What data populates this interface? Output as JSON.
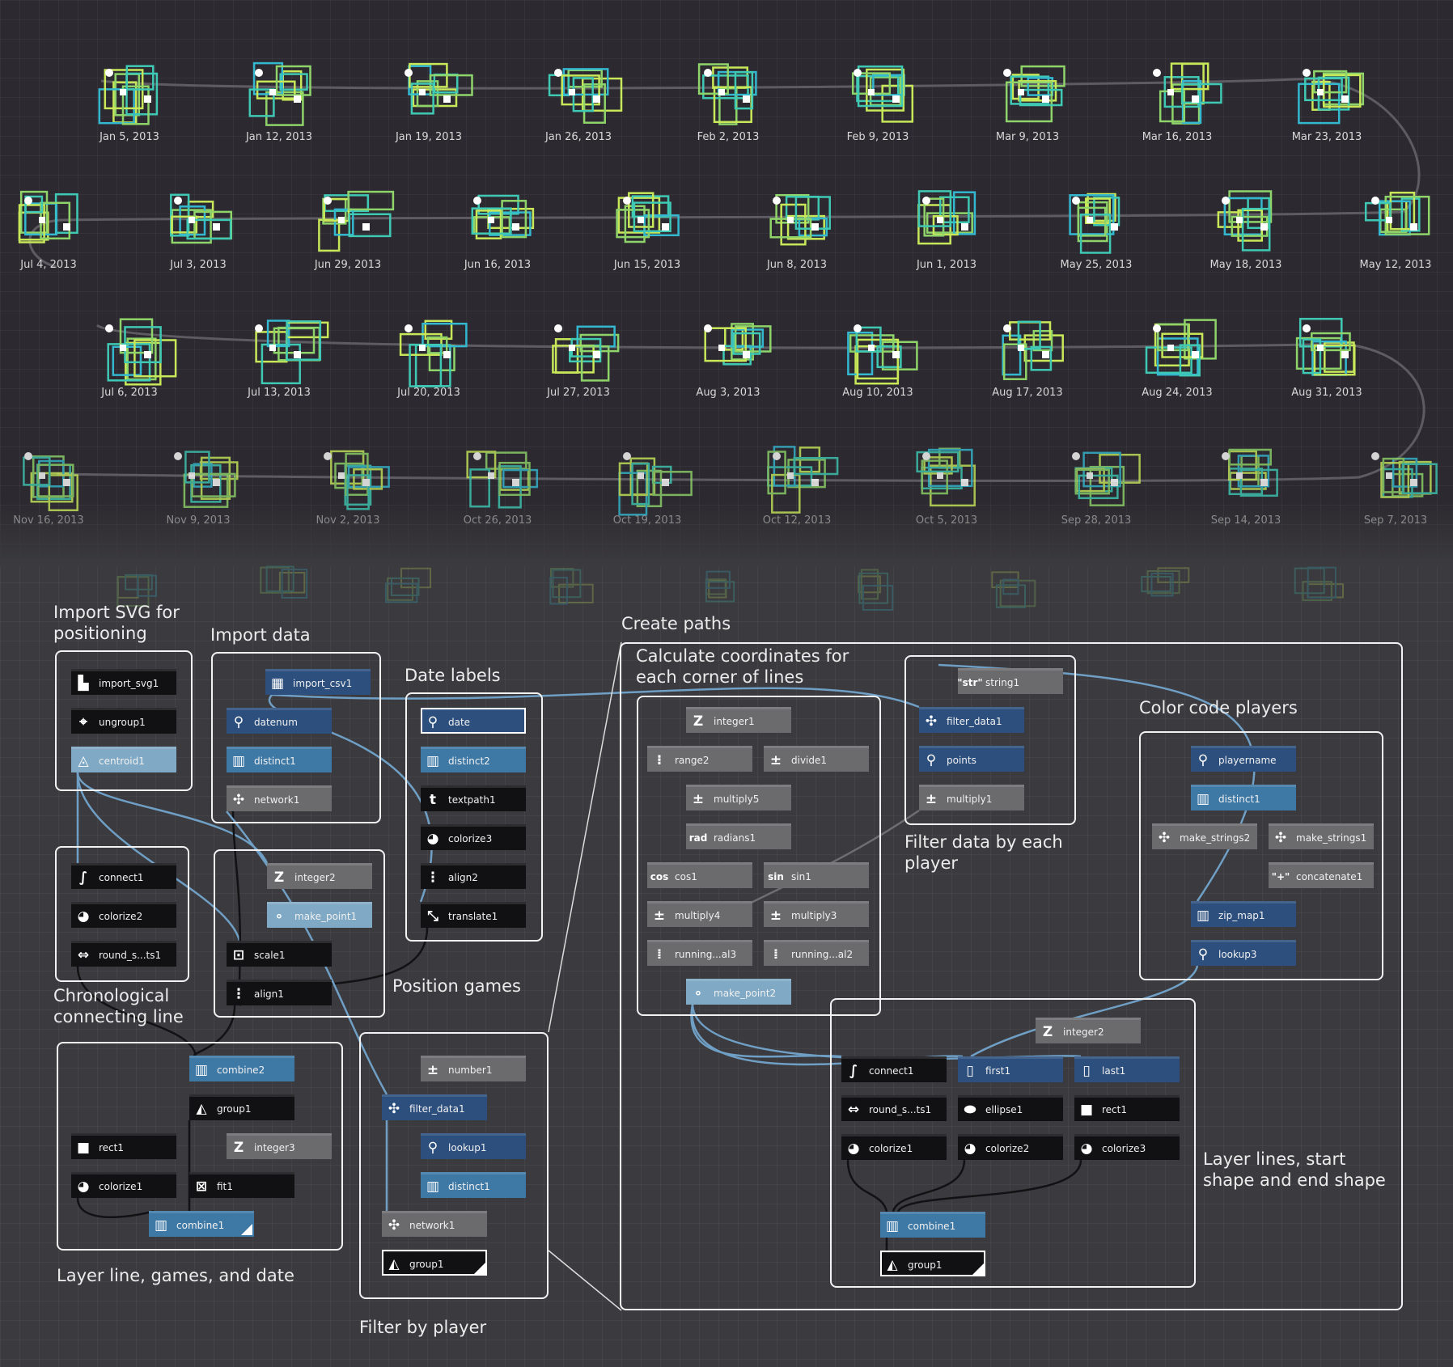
{
  "visual": {
    "colors": {
      "lime": "#c8e85a",
      "green": "#8fd46a",
      "teal": "#3fc9b5",
      "cyan": "#34b8d0",
      "track": "#5e5c62",
      "wire_black": "#121214",
      "wire_blue": "#6f9fc5"
    },
    "rows": [
      {
        "dim": "",
        "dates": [
          "Jan 5, 2013",
          "Jan 12, 2013",
          "Jan 19, 2013",
          "Jan 26, 2013",
          "Feb 2, 2013",
          "Feb 9, 2013",
          "Mar 9, 2013",
          "Mar 16, 2013",
          "Mar 23, 2013"
        ]
      },
      {
        "dim": "",
        "dates": [
          "Jul 4, 2013",
          "Jul 3, 2013",
          "Jun 29, 2013",
          "Jun 16, 2013",
          "Jun 15, 2013",
          "Jun 8, 2013",
          "Jun 1, 2013",
          "May 25, 2013",
          "May 18, 2013",
          "May 12, 2013"
        ]
      },
      {
        "dim": "",
        "dates": [
          "Jul 6, 2013",
          "Jul 13, 2013",
          "Jul 20, 2013",
          "Jul 27, 2013",
          "Aug 3, 2013",
          "Aug 10, 2013",
          "Aug 17, 2013",
          "Aug 24, 2013",
          "Aug 31, 2013"
        ]
      },
      {
        "dim": "dim",
        "dates": [
          "Nov 16, 2013",
          "Nov 9, 2013",
          "Nov 2, 2013",
          "Oct 26, 2013",
          "Oct 19, 2013",
          "Oct 12, 2013",
          "Oct 5, 2013",
          "Sep 28, 2013",
          "Sep 14, 2013",
          "Sep 7, 2013"
        ]
      }
    ]
  },
  "groups": [
    {
      "id": "import-svg",
      "title": "Import SVG for\npositioning"
    },
    {
      "id": "import-data",
      "title": "Import data"
    },
    {
      "id": "date-labels",
      "title": "Date labels"
    },
    {
      "id": "chronological",
      "title": "Chronological\nconnecting line"
    },
    {
      "id": "position-games",
      "title": "Position games"
    },
    {
      "id": "layer-line",
      "title": "Layer line, games, and date"
    },
    {
      "id": "filter-player",
      "title": "Filter by player"
    },
    {
      "id": "create-paths",
      "title": "Create paths"
    },
    {
      "id": "calc-coords",
      "title": "Calculate coordinates for\neach corner of lines"
    },
    {
      "id": "filter-each",
      "title": "Filter data by each\nplayer"
    },
    {
      "id": "color-code",
      "title": "Color code players"
    },
    {
      "id": "layer-lines",
      "title": "Layer lines, start\nshape and end shape"
    }
  ],
  "nodes": [
    {
      "id": "import_svg1",
      "label": "import_svg1",
      "icon": "file-icon",
      "glyph": "▙",
      "style": "black"
    },
    {
      "id": "ungroup1",
      "label": "ungroup1",
      "icon": "ungroup-icon",
      "glyph": "⌖",
      "style": "black"
    },
    {
      "id": "centroid1",
      "label": "centroid1",
      "icon": "centroid-icon",
      "glyph": "◬",
      "style": "light"
    },
    {
      "id": "import_csv1",
      "label": "import_csv1",
      "icon": "table-icon",
      "glyph": "▦",
      "style": "navy"
    },
    {
      "id": "datenum",
      "label": "datenum",
      "icon": "lookup-icon",
      "glyph": "⚲",
      "style": "navy"
    },
    {
      "id": "distinct1",
      "label": "distinct1",
      "icon": "distinct-icon",
      "glyph": "▥",
      "style": "steel"
    },
    {
      "id": "network1a",
      "label": "network1",
      "icon": "network-icon",
      "glyph": "✣",
      "style": "gray"
    },
    {
      "id": "date",
      "label": "date",
      "icon": "lookup-icon",
      "glyph": "⚲",
      "style": "navy",
      "sel": true
    },
    {
      "id": "distinct2",
      "label": "distinct2",
      "icon": "distinct-icon",
      "glyph": "▥",
      "style": "steel"
    },
    {
      "id": "textpath1",
      "label": "textpath1",
      "icon": "text-icon",
      "glyph": "t",
      "style": "black"
    },
    {
      "id": "colorize3a",
      "label": "colorize3",
      "icon": "palette-icon",
      "glyph": "◕",
      "style": "black"
    },
    {
      "id": "align2",
      "label": "align2",
      "icon": "align-icon",
      "glyph": "⋮",
      "style": "black"
    },
    {
      "id": "translate1",
      "label": "translate1",
      "icon": "translate-icon",
      "glyph": "⤡",
      "style": "black"
    },
    {
      "id": "connect1a",
      "label": "connect1",
      "icon": "connect-icon",
      "glyph": "∫",
      "style": "black"
    },
    {
      "id": "colorize2a",
      "label": "colorize2",
      "icon": "palette-icon",
      "glyph": "◕",
      "style": "black"
    },
    {
      "id": "round_s_ts1a",
      "label": "round_s...ts1",
      "icon": "round-icon",
      "glyph": "⇔",
      "style": "black"
    },
    {
      "id": "integer2a",
      "label": "integer2",
      "icon": "integer-icon",
      "glyph": "Z",
      "style": "gray"
    },
    {
      "id": "make_point1",
      "label": "make_point1",
      "icon": "point-icon",
      "glyph": "∘",
      "style": "light"
    },
    {
      "id": "scale1",
      "label": "scale1",
      "icon": "scale-icon",
      "glyph": "⊡",
      "style": "black"
    },
    {
      "id": "align1",
      "label": "align1",
      "icon": "align-icon",
      "glyph": "⋮",
      "style": "black"
    },
    {
      "id": "combine2",
      "label": "combine2",
      "icon": "combine-icon",
      "glyph": "▥",
      "style": "steel"
    },
    {
      "id": "group1a",
      "label": "group1",
      "icon": "group-icon",
      "glyph": "◭",
      "style": "black"
    },
    {
      "id": "rect1a",
      "label": "rect1",
      "icon": "rect-icon",
      "glyph": "■",
      "style": "black"
    },
    {
      "id": "integer3",
      "label": "integer3",
      "icon": "integer-icon",
      "glyph": "Z",
      "style": "gray"
    },
    {
      "id": "colorize1a",
      "label": "colorize1",
      "icon": "palette-icon",
      "glyph": "◕",
      "style": "black"
    },
    {
      "id": "fit1",
      "label": "fit1",
      "icon": "fit-icon",
      "glyph": "⊠",
      "style": "black"
    },
    {
      "id": "combine1a",
      "label": "combine1",
      "icon": "combine-icon",
      "glyph": "▥",
      "style": "steel",
      "corner": true
    },
    {
      "id": "number1",
      "label": "number1",
      "icon": "math-icon",
      "glyph": "±",
      "style": "gray"
    },
    {
      "id": "filter_data1a",
      "label": "filter_data1",
      "icon": "network-icon",
      "glyph": "✣",
      "style": "navy"
    },
    {
      "id": "lookup1",
      "label": "lookup1",
      "icon": "lookup-icon",
      "glyph": "⚲",
      "style": "navy"
    },
    {
      "id": "distinct1b",
      "label": "distinct1",
      "icon": "distinct-icon",
      "glyph": "▥",
      "style": "steel"
    },
    {
      "id": "network1b",
      "label": "network1",
      "icon": "network-icon",
      "glyph": "✣",
      "style": "gray"
    },
    {
      "id": "group1b",
      "label": "group1",
      "icon": "group-icon",
      "glyph": "◭",
      "style": "black",
      "sel": true,
      "corner": true
    },
    {
      "id": "integer1",
      "label": "integer1",
      "icon": "integer-icon",
      "glyph": "Z",
      "style": "gray"
    },
    {
      "id": "range2",
      "label": "range2",
      "icon": "range-icon",
      "glyph": "⁝",
      "style": "gray"
    },
    {
      "id": "divide1",
      "label": "divide1",
      "icon": "math-icon",
      "glyph": "±",
      "style": "gray"
    },
    {
      "id": "multiply5",
      "label": "multiply5",
      "icon": "math-icon",
      "glyph": "±",
      "style": "gray"
    },
    {
      "id": "radians1",
      "label": "radians1",
      "icon": "rad-icon",
      "glyph": "rad",
      "style": "gray"
    },
    {
      "id": "cos1",
      "label": "cos1",
      "icon": "cos-icon",
      "glyph": "cos",
      "style": "gray"
    },
    {
      "id": "sin1",
      "label": "sin1",
      "icon": "sin-icon",
      "glyph": "sin",
      "style": "gray"
    },
    {
      "id": "multiply4",
      "label": "multiply4",
      "icon": "math-icon",
      "glyph": "±",
      "style": "gray"
    },
    {
      "id": "multiply3",
      "label": "multiply3",
      "icon": "math-icon",
      "glyph": "±",
      "style": "gray"
    },
    {
      "id": "running_al3",
      "label": "running...al3",
      "icon": "running-icon",
      "glyph": "⁞",
      "style": "gray"
    },
    {
      "id": "running_al2",
      "label": "running...al2",
      "icon": "running-icon",
      "glyph": "⁞",
      "style": "gray"
    },
    {
      "id": "make_point2",
      "label": "make_point2",
      "icon": "point-icon",
      "glyph": "∘",
      "style": "light"
    },
    {
      "id": "string1",
      "label": "string1",
      "icon": "string-icon",
      "glyph": "\"str\"",
      "style": "gray"
    },
    {
      "id": "filter_data1b",
      "label": "filter_data1",
      "icon": "network-icon",
      "glyph": "✣",
      "style": "navy"
    },
    {
      "id": "points",
      "label": "points",
      "icon": "lookup-icon",
      "glyph": "⚲",
      "style": "navy"
    },
    {
      "id": "multiply1",
      "label": "multiply1",
      "icon": "math-icon",
      "glyph": "±",
      "style": "gray"
    },
    {
      "id": "playername",
      "label": "playername",
      "icon": "lookup-icon",
      "glyph": "⚲",
      "style": "navy"
    },
    {
      "id": "distinct1c",
      "label": "distinct1",
      "icon": "distinct-icon",
      "glyph": "▥",
      "style": "steel"
    },
    {
      "id": "make_strings2",
      "label": "make_strings2",
      "icon": "network-icon",
      "glyph": "✣",
      "style": "gray"
    },
    {
      "id": "make_strings1",
      "label": "make_strings1",
      "icon": "network-icon",
      "glyph": "✣",
      "style": "gray"
    },
    {
      "id": "concatenate1",
      "label": "concatenate1",
      "icon": "concat-icon",
      "glyph": "\"+\"",
      "style": "gray"
    },
    {
      "id": "zip_map1",
      "label": "zip_map1",
      "icon": "zip-icon",
      "glyph": "▥",
      "style": "navy"
    },
    {
      "id": "lookup3",
      "label": "lookup3",
      "icon": "lookup-icon",
      "glyph": "⚲",
      "style": "navy"
    },
    {
      "id": "integer2b",
      "label": "integer2",
      "icon": "integer-icon",
      "glyph": "Z",
      "style": "gray"
    },
    {
      "id": "connect1b",
      "label": "connect1",
      "icon": "connect-icon",
      "glyph": "∫",
      "style": "black"
    },
    {
      "id": "first1",
      "label": "first1",
      "icon": "first-icon",
      "glyph": "▯",
      "style": "navy"
    },
    {
      "id": "last1",
      "label": "last1",
      "icon": "last-icon",
      "glyph": "▯",
      "style": "navy"
    },
    {
      "id": "round_s_ts1b",
      "label": "round_s...ts1",
      "icon": "round-icon",
      "glyph": "⇔",
      "style": "black"
    },
    {
      "id": "ellipse1",
      "label": "ellipse1",
      "icon": "ellipse-icon",
      "glyph": "⬬",
      "style": "black"
    },
    {
      "id": "rect1b",
      "label": "rect1",
      "icon": "rect-icon",
      "glyph": "■",
      "style": "black"
    },
    {
      "id": "colorize1b",
      "label": "colorize1",
      "icon": "palette-icon",
      "glyph": "◕",
      "style": "black"
    },
    {
      "id": "colorize2b",
      "label": "colorize2",
      "icon": "palette-icon",
      "glyph": "◕",
      "style": "black"
    },
    {
      "id": "colorize3b",
      "label": "colorize3",
      "icon": "palette-icon",
      "glyph": "◕",
      "style": "black"
    },
    {
      "id": "combine1b",
      "label": "combine1",
      "icon": "combine-icon",
      "glyph": "▥",
      "style": "steel"
    },
    {
      "id": "group1c",
      "label": "group1",
      "icon": "group-icon",
      "glyph": "◭",
      "style": "black",
      "sel": true,
      "corner": true
    }
  ]
}
